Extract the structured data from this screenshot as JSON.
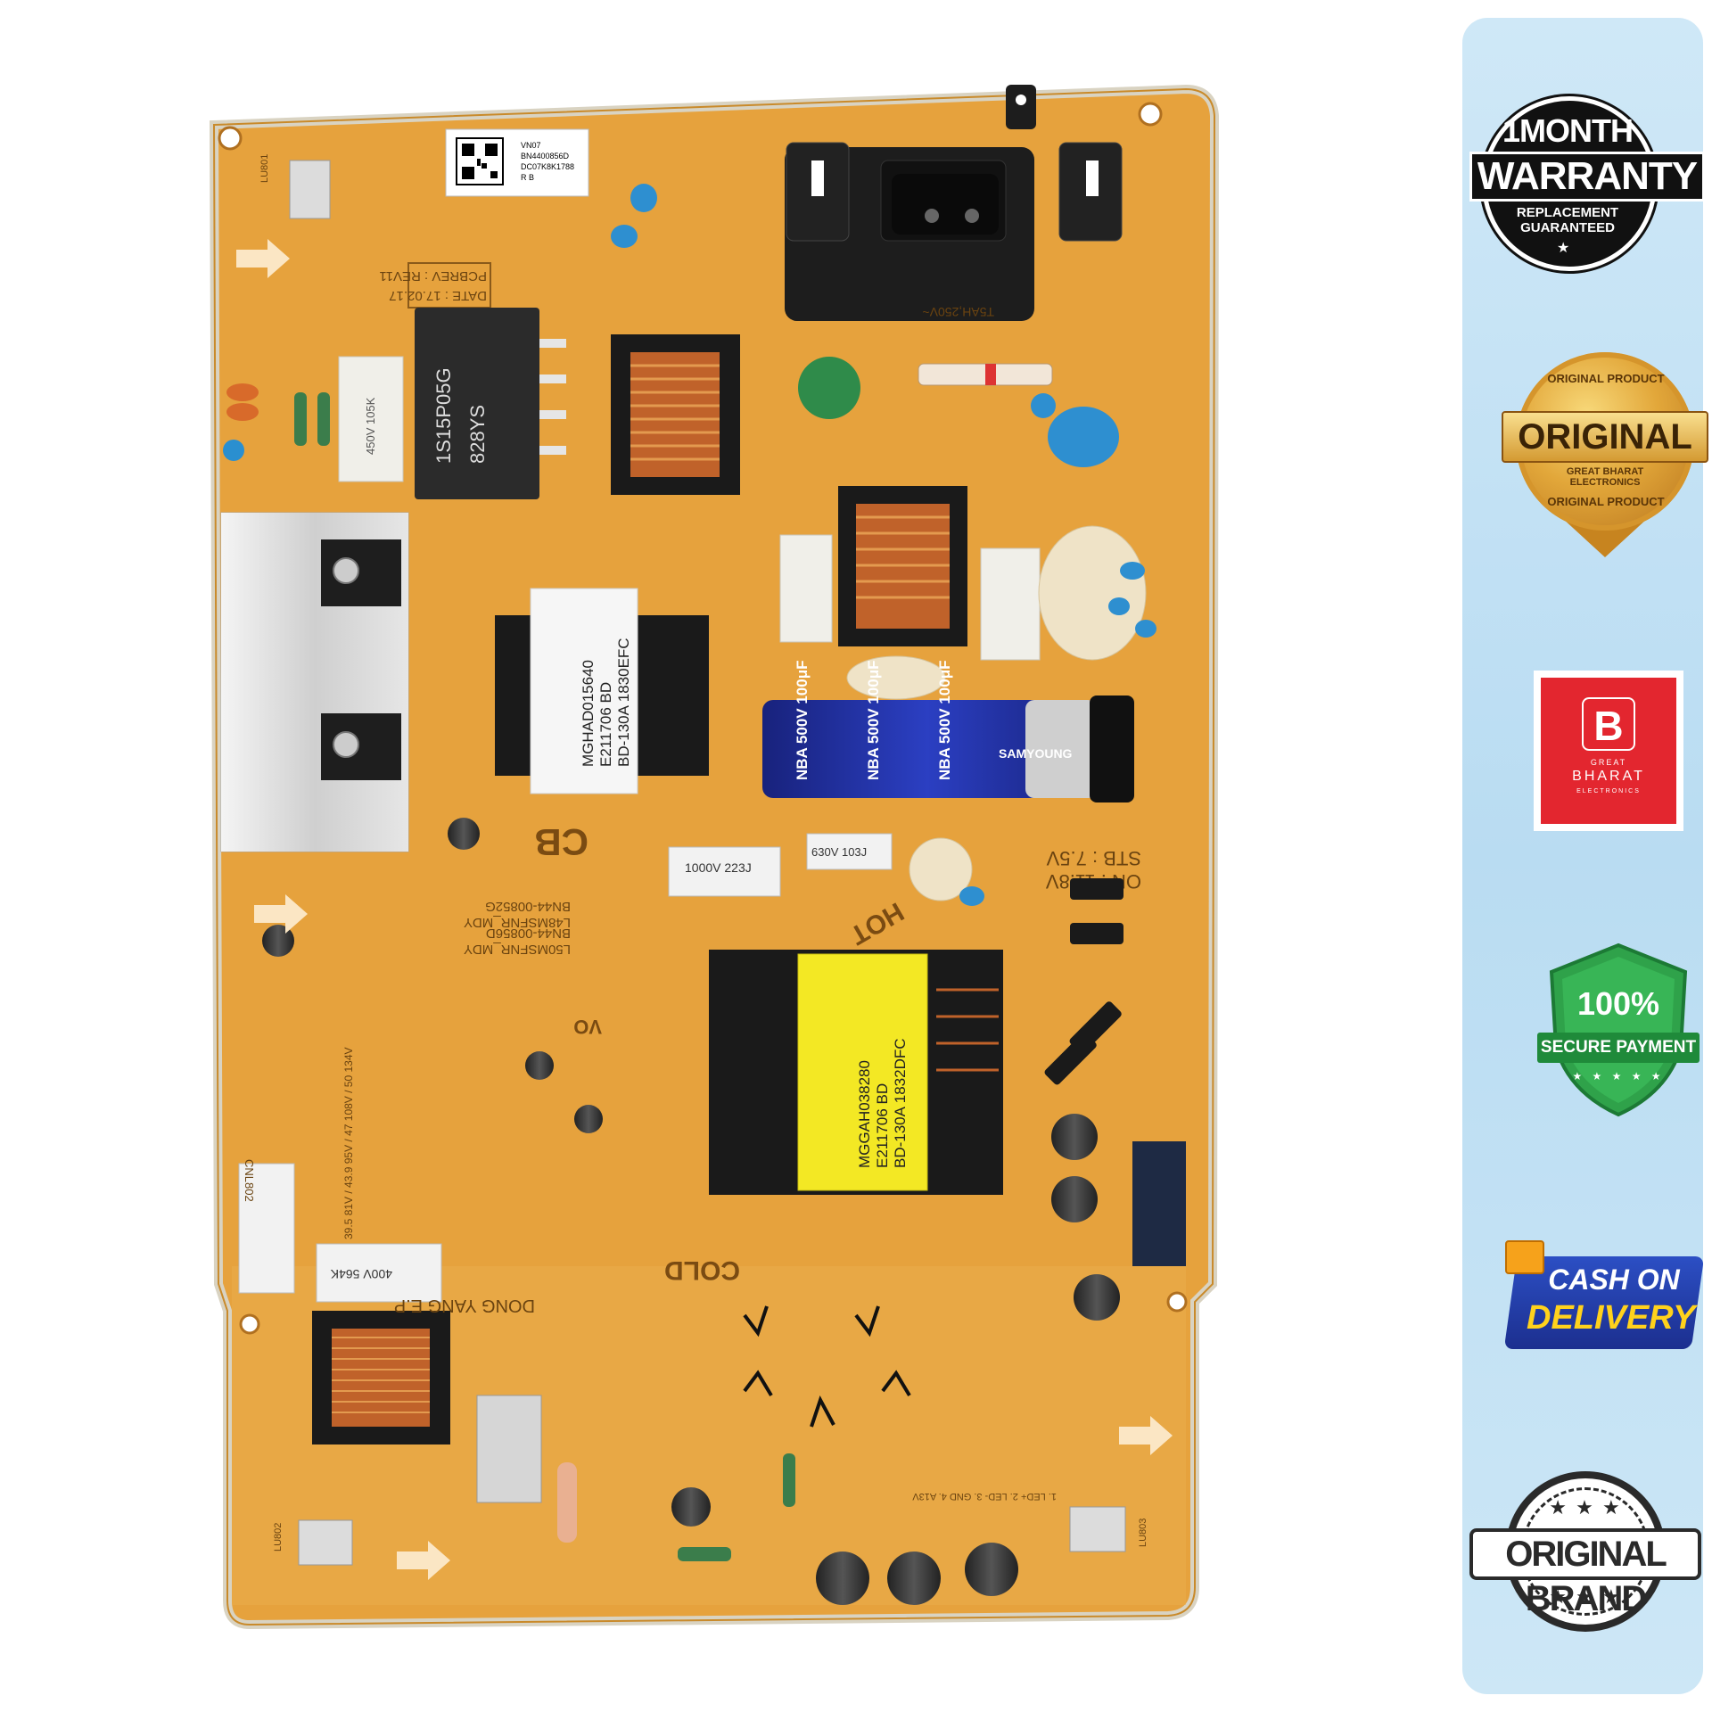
{
  "badges": {
    "warranty": {
      "top": "1MONTH",
      "main": "WARRANTY",
      "sub1": "REPLACEMENT",
      "sub2": "GUARANTEED"
    },
    "original": {
      "arc_top": "ORIGINAL PRODUCT",
      "main": "ORIGINAL",
      "logo": "GREAT BHARAT ELECTRONICS",
      "arc_bottom": "ORIGINAL PRODUCT"
    },
    "brand": {
      "line1": "GREAT",
      "line2": "BHARAT",
      "line3": "ELECTRONICS"
    },
    "secure": {
      "percent": "100%",
      "text": "SECURE PAYMENT",
      "stars": "★ ★ ★ ★ ★"
    },
    "cod": {
      "line1": "CASH ON",
      "line2": "DELIVERY"
    },
    "original_brand": {
      "text": "ORIGINAL BRAND",
      "stars": "★ ★ ★"
    }
  },
  "board_labels": {
    "qr_line1": "VN07",
    "qr_line2": "BN4400856D",
    "qr_line3": "DC07K8K1788",
    "qr_line4": "R B",
    "pcb_rev": "PCBREV : REV11",
    "date": "DATE : 17.02.17",
    "bridge_text1": "1S15P05G",
    "bridge_text2": "828YS",
    "cap1": "450V 105K",
    "xfmr1_line1": "MGHAD015640",
    "xfmr1_line2": "E211706 BD",
    "xfmr1_line3": "BD-130A 1830EFC",
    "xfmr2_line1": "MGGAH038280",
    "xfmr2_line2": "E211706 BD",
    "xfmr2_line3": "BD-130A 1832DFC",
    "bulk_cap": "NBA 500V 100μF",
    "bulk_cap_brand": "SAMYOUNG",
    "film1": "1000V 223J",
    "film2": "630V 103J",
    "film3": "400V 564K",
    "cb": "CB",
    "hot": "HOT",
    "cold": "COLD",
    "stb": "STB : 7.5V",
    "on": "ON : 11.8V",
    "maker": "DONG YANG E.P",
    "model1": "L48MSFNR_MDY",
    "model1_bn": "BN44-00852G",
    "model2": "L50MSFNR_MDY",
    "model2_bn": "BN44-00856D",
    "fuse": "T5AH,250V~",
    "vo": "VO",
    "cnl": "CNL802",
    "v_table": "39.5  81V / 43.9  95V / 47  108V / 50  134V",
    "connector_pins": "1. LED+  2. LED-  3. GND  4. A13V",
    "mark1": "LU801",
    "mark2": "LU802",
    "mark3": "LU803"
  },
  "colors": {
    "pcb": "#e8a640",
    "pcb_dark": "#d28f2a",
    "sidebar": "#c5e2f5",
    "bulk_cap": "#1f2fa8",
    "xfmr_yellow": "#f7ec2a",
    "brand_red": "#e3262f",
    "secure_green": "#2fa24a",
    "cod_blue": "#22389e",
    "cod_yellow": "#ffd21c"
  }
}
